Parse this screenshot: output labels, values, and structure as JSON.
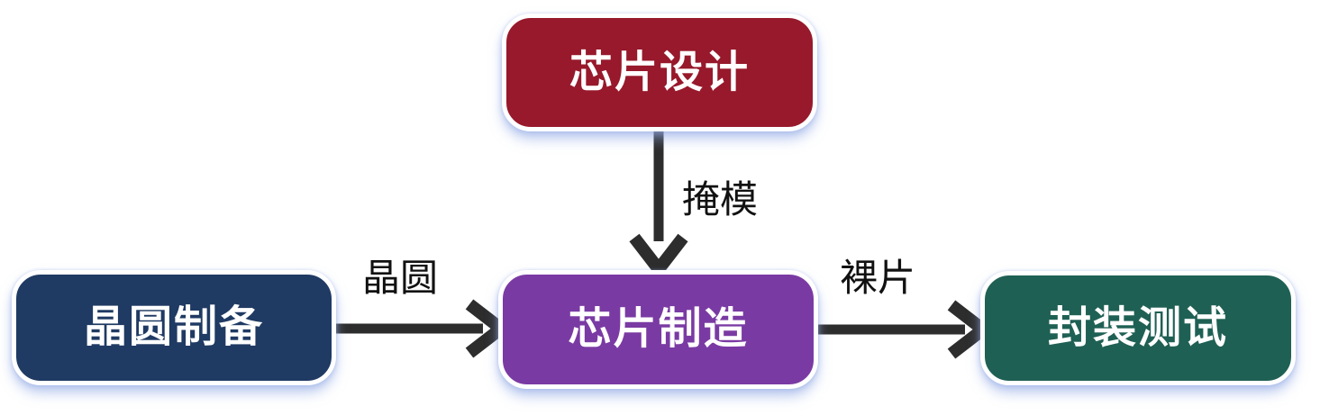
{
  "diagram": {
    "background": "#ffffff",
    "arrow_color": "#2d2d2d",
    "node_text_color": "#ffffff",
    "edge_label_color": "#111111",
    "nodes": [
      {
        "id": "chip-design",
        "label": "芯片设计",
        "color": "#97192b"
      },
      {
        "id": "wafer-prep",
        "label": "晶圆制备",
        "color": "#1f3a63"
      },
      {
        "id": "chip-fab",
        "label": "芯片制造",
        "color": "#7a3aa3"
      },
      {
        "id": "package-test",
        "label": "封装测试",
        "color": "#1f6054"
      }
    ],
    "edges": [
      {
        "from": "chip-design",
        "to": "chip-fab",
        "label": "掩模",
        "direction": "down"
      },
      {
        "from": "wafer-prep",
        "to": "chip-fab",
        "label": "晶圆",
        "direction": "right"
      },
      {
        "from": "chip-fab",
        "to": "package-test",
        "label": "裸片",
        "direction": "right"
      }
    ]
  }
}
